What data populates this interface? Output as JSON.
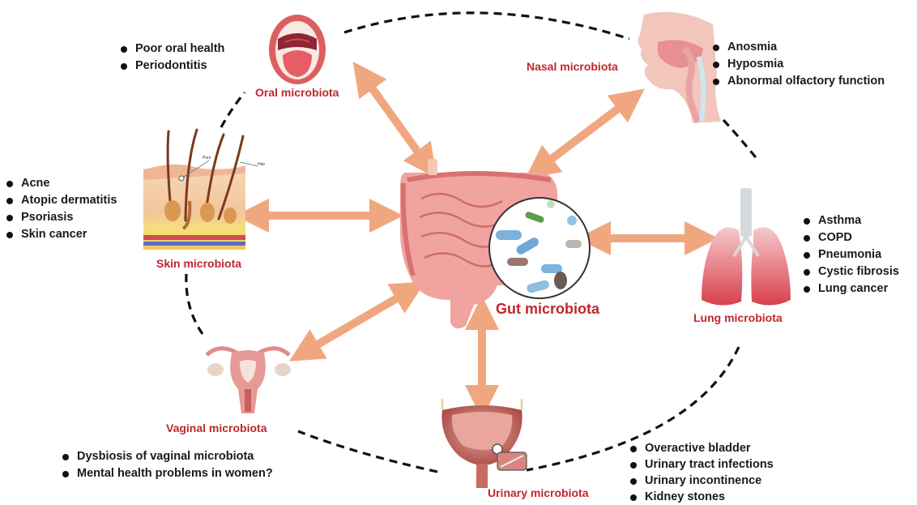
{
  "nodes": {
    "gut": {
      "label": "Gut microbiota"
    },
    "oral": {
      "label": "Oral microbiota",
      "items": [
        "Poor oral health",
        "Periodontitis"
      ]
    },
    "nasal": {
      "label": "Nasal microbiota",
      "items": [
        "Anosmia",
        "Hyposmia",
        "Abnormal olfactory function"
      ]
    },
    "skin": {
      "label": "Skin microbiota",
      "items": [
        "Acne",
        "Atopic dermatitis",
        "Psoriasis",
        "Skin cancer"
      ]
    },
    "lung": {
      "label": "Lung microbiota",
      "items": [
        "Asthma",
        "COPD",
        "Pneumonia",
        "Cystic fibrosis",
        "Lung cancer"
      ]
    },
    "vaginal": {
      "label": "Vaginal microbiota",
      "items": [
        "Dysbiosis of vaginal microbiota",
        "Mental health problems in women?"
      ]
    },
    "urinary": {
      "label": "Urinary microbiota",
      "items": [
        "Overactive bladder",
        "Urinary tract infections",
        "Urinary incontinence",
        "Kidney stones"
      ]
    }
  },
  "skin_illustration": {
    "pore_label": "Pore",
    "hair_label": "Hair"
  },
  "colors": {
    "label": "#c0272d",
    "arrow": "#f0a77f",
    "text": "#1a1a1a"
  }
}
